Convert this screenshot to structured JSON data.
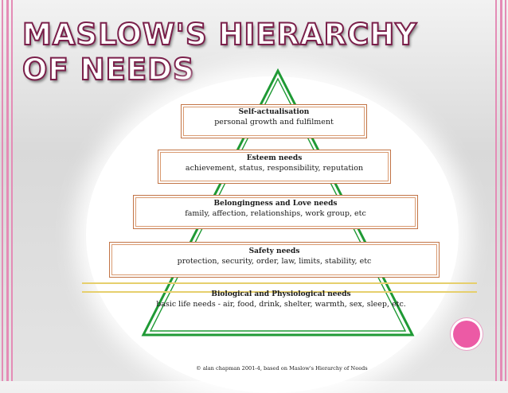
{
  "slide": {
    "title": "MASLOW'S HIERARCHY OF NEEDS"
  },
  "pyramid": {
    "levels": [
      {
        "title": "Self-actualisation",
        "description": "personal growth and fulfilment"
      },
      {
        "title": "Esteem needs",
        "description": "achievement, status, responsibility, reputation"
      },
      {
        "title": "Belongingness and Love needs",
        "description": "family, affection, relationships, work group, etc"
      },
      {
        "title": "Safety needs",
        "description": "protection, security, order, law, limits, stability, etc"
      },
      {
        "title": "Biological and Physiological needs",
        "description": "basic life needs - air, food, drink, shelter, warmth, sex, sleep, etc."
      }
    ],
    "credit": "© alan chapman 2001-4, based on Maslow's Hierarchy of Needs"
  },
  "colors": {
    "accent_pink": "#ec5aa5",
    "stripe_pink": "#e48cb6",
    "pyramid_green": "#1f9a35",
    "box_border": "#c27446",
    "divider_yellow": "#e6cf6d",
    "title_outline": "#7a1f4a"
  }
}
